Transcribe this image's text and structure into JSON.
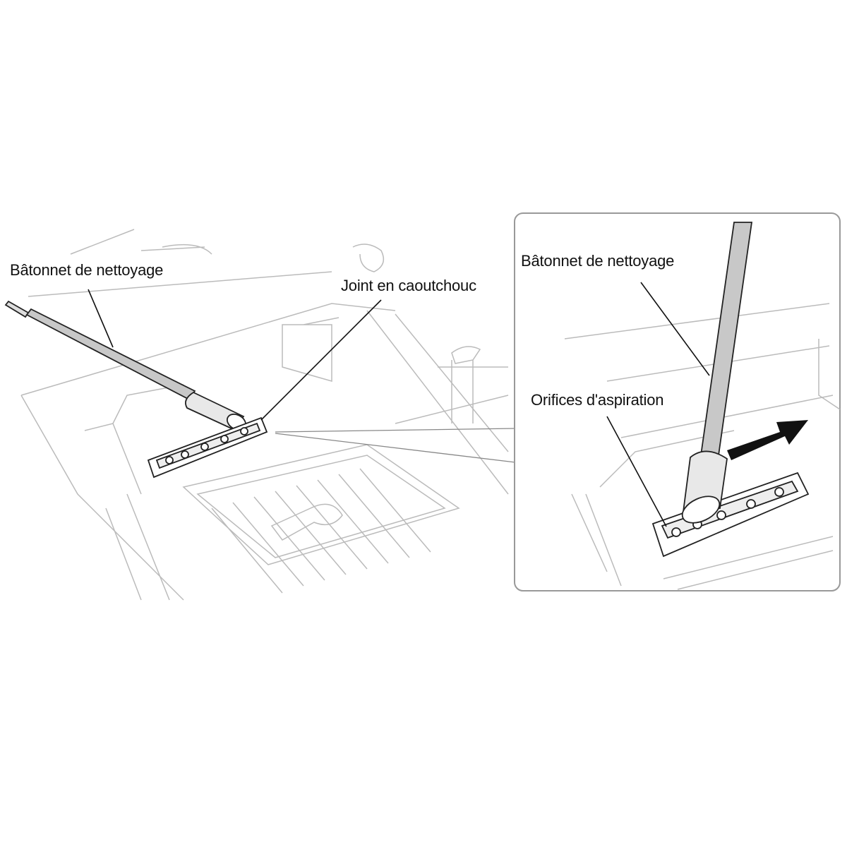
{
  "main_view": {
    "label_stick": "Bâtonnet de nettoyage",
    "label_seal": "Joint en caoutchouc"
  },
  "inset_view": {
    "label_stick": "Bâtonnet de nettoyage",
    "label_holes": "Orifices d'aspiration",
    "arrow_direction": "right"
  },
  "colors": {
    "line_art": "#bbbbbb",
    "outline": "#222222",
    "stick_fill": "#c8c8c8",
    "inset_border": "#999999",
    "arrow": "#111111"
  }
}
